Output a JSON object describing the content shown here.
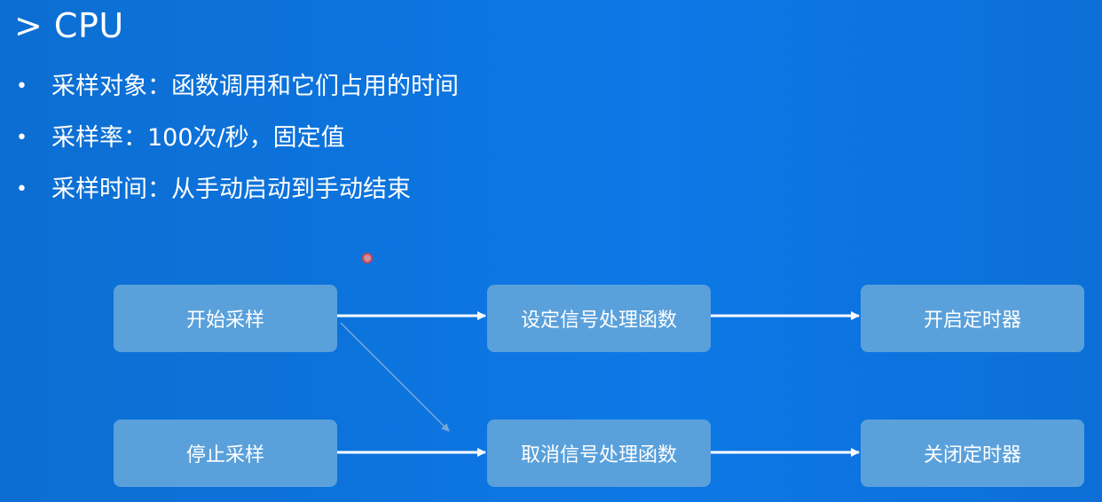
{
  "slide": {
    "title": "> CPU",
    "bullets": [
      "采样对象：函数调用和它们占用的时间",
      "采样率：100次/秒，固定值",
      "采样时间：从手动启动到手动结束"
    ]
  },
  "diagram": {
    "start_row": {
      "box1": "开始采样",
      "box2": "设定信号处理函数",
      "box3": "开启定时器"
    },
    "stop_row": {
      "box1": "停止采样",
      "box2": "取消信号处理函数",
      "box3": "关闭定时器"
    }
  },
  "colors": {
    "background": "#0d78e6",
    "box_fill": "#5aa1db",
    "text": "#ffffff"
  }
}
